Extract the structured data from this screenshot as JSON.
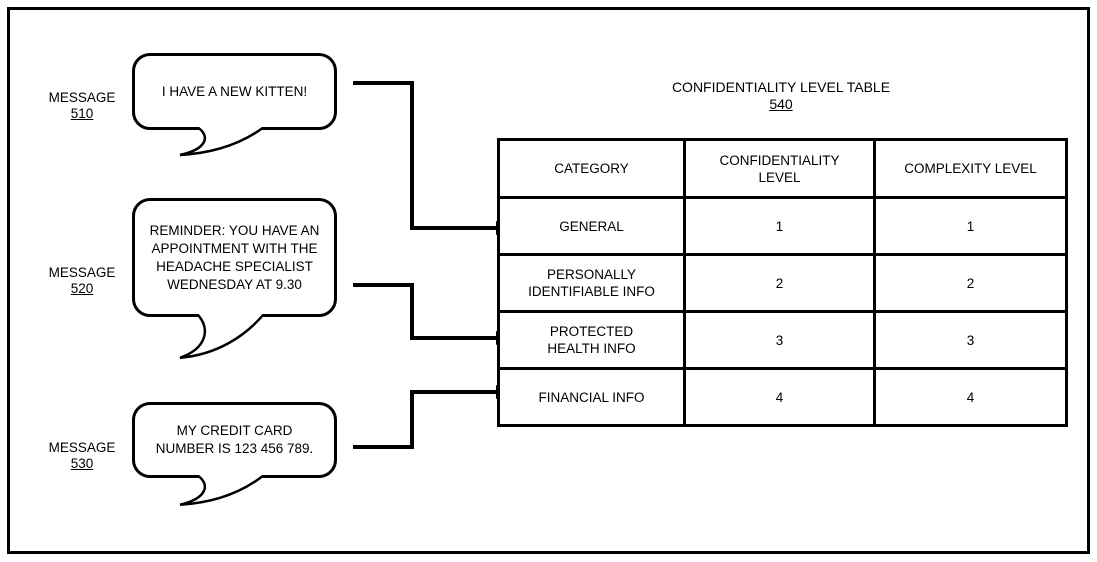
{
  "figure": {
    "colors": {
      "ink": "#000000",
      "background": "#ffffff"
    },
    "messages": [
      {
        "label": "MESSAGE",
        "ref": "510",
        "text": "I HAVE A NEW KITTEN!"
      },
      {
        "label": "MESSAGE",
        "ref": "520",
        "text": "REMINDER: YOU HAVE AN\nAPPOINTMENT WITH THE\nHEADACHE SPECIALIST\nWEDNESDAY AT 9.30"
      },
      {
        "label": "MESSAGE",
        "ref": "530",
        "text": "MY CREDIT CARD\nNUMBER IS 123 456 789."
      }
    ],
    "table": {
      "title": "CONFIDENTIALITY LEVEL TABLE",
      "ref": "540",
      "columns": [
        "CATEGORY",
        "CONFIDENTIALITY\nLEVEL",
        "COMPLEXITY LEVEL"
      ],
      "rows": [
        {
          "category": "GENERAL",
          "confidentiality": "1",
          "complexity": "1"
        },
        {
          "category": "PERSONALLY\nIDENTIFIABLE INFO",
          "confidentiality": "2",
          "complexity": "2"
        },
        {
          "category": "PROTECTED\nHEALTH INFO",
          "confidentiality": "3",
          "complexity": "3"
        },
        {
          "category": "FINANCIAL INFO",
          "confidentiality": "4",
          "complexity": "4"
        }
      ]
    },
    "arrows": [
      {
        "from": "510",
        "to": "GENERAL"
      },
      {
        "from": "520",
        "to": "PROTECTED HEALTH INFO"
      },
      {
        "from": "530",
        "to": "FINANCIAL INFO"
      }
    ]
  }
}
